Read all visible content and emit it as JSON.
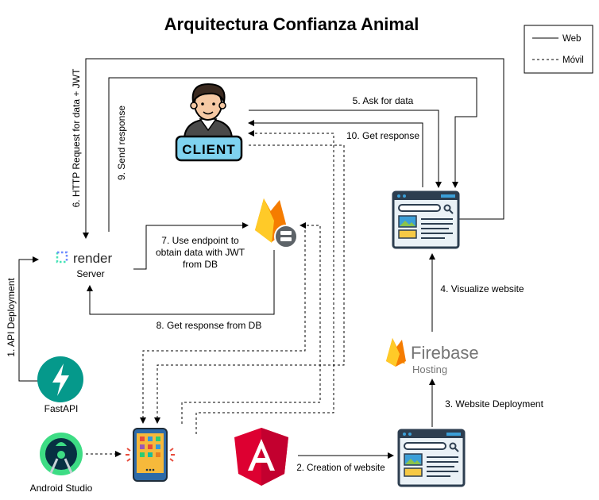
{
  "title": "Arquitectura Confianza Animal",
  "legend": {
    "web": "Web",
    "mobile": "Móvil"
  },
  "nodes": {
    "client": "CLIENT",
    "render_logo": "render",
    "render_caption": "Server",
    "fastapi": "FastAPI",
    "android": "Android Studio",
    "firebase_name": "Firebase",
    "firebase_sub": "Hosting"
  },
  "edges": {
    "e1": "1. API Deployment",
    "e2": "2. Creation of website",
    "e3": "3. Website Deployment",
    "e4": "4. Visualize website",
    "e5": "5. Ask for data",
    "e6": "6. HTTP Request for data + JWT",
    "e7_l1": "7. Use endpoint to",
    "e7_l2": "obtain data with JWT",
    "e7_l3": "from DB",
    "e8": "8. Get response from DB",
    "e9": "9. Send response",
    "e10": "10. Get response"
  },
  "colors": {
    "fastapi": "#05998b",
    "android": "#3ddc84",
    "angular": "#dd0031",
    "firebase_yellow": "#ffca28",
    "firebase_orange": "#f57c00",
    "render": "#46e3b7",
    "browser_frame": "#2d3e50",
    "browser_accent": "#3b9fd8",
    "phone": "#2d6aa8"
  }
}
